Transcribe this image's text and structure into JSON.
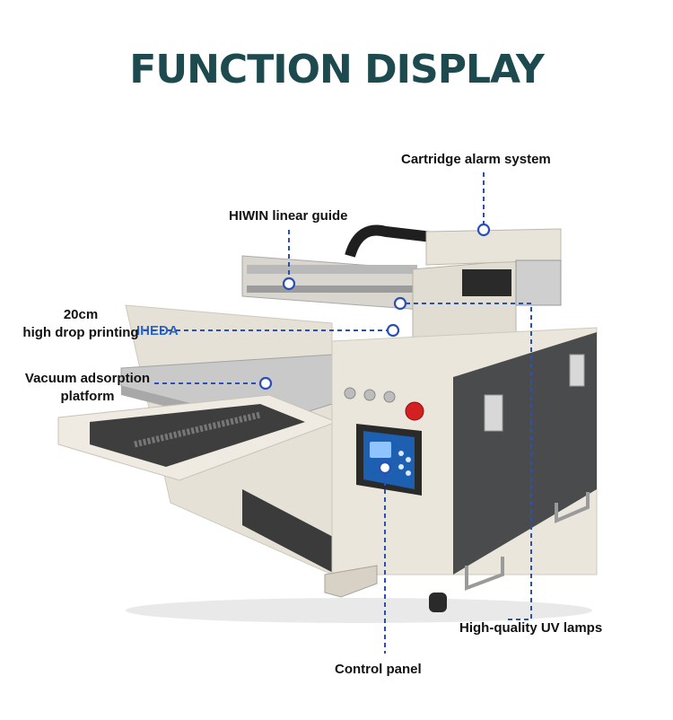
{
  "title": "FUNCTION DISPLAY",
  "brand_logo_text": "IHEDA",
  "callouts": {
    "cartridge_alarm": "Cartridge alarm system",
    "hiwin_guide": "HIWIN linear guide",
    "high_drop_line1": "20cm",
    "high_drop_line2": "high drop printing",
    "vacuum_line1": "Vacuum adsorption",
    "vacuum_line2": "platform",
    "uv_lamps": "High-quality UV lamps",
    "control_panel": "Control panel"
  },
  "colors": {
    "title": "#1c4a4e",
    "callout_line": "#2a4fb5",
    "machine_body": "#ebe6dc",
    "dark_panel": "#4a4b4d"
  }
}
